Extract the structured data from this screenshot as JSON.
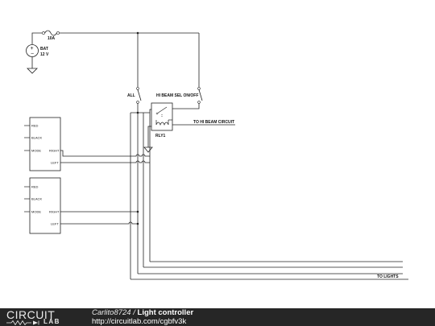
{
  "schematic": {
    "fuse_label": "10A",
    "battery_name": "BAT",
    "battery_voltage": "12 V",
    "switch_all_label": "ALL",
    "switch_hibeam_label": "HI BEAM SEL ON/OFF",
    "relay_label": "RLY1",
    "hibeam_output_label": "TO HI BEAM CIRCUIT",
    "lights_output_label": "TO LIGHTS",
    "controllers": [
      {
        "pins_left": [
          "RED",
          "BLACK",
          "MODE"
        ],
        "pins_right": [
          "RIGHT",
          "LEFT"
        ]
      },
      {
        "pins_left": [
          "RED",
          "BLACK",
          "MODE"
        ],
        "pins_right": [
          "RIGHT",
          "LEFT"
        ]
      }
    ]
  },
  "footer": {
    "logo_top": "CIRCUIT",
    "logo_bottom": "LAB",
    "author": "Carlito8724",
    "separator": "/",
    "title": "Light controller",
    "url": "http://circuitlab.com/cgbfv3k"
  },
  "colors": {
    "footer_background": "#262626",
    "wire": "#222222"
  }
}
